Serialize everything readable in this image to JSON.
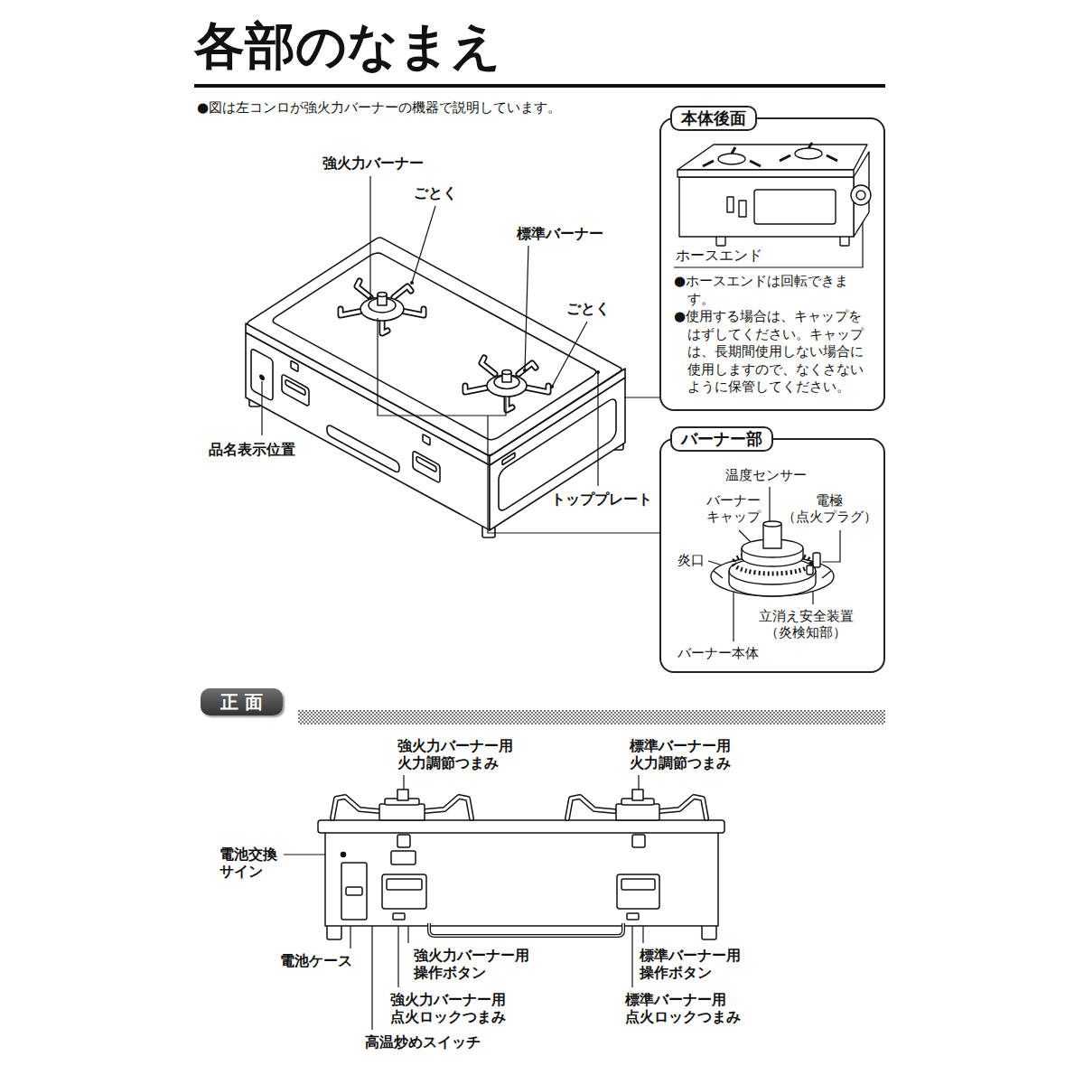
{
  "diagram": {
    "title": "各部のなまえ",
    "nodes": [
      {
        "text": [
          "本体後面",
          "●ホースエンドは回転できます。",
          "●使用する場合は、キャップをはずしてください。キャップは、長期間使用しない場合に使用しますので、なくさないように保管してください。"
        ]
      },
      {
        "text": [
          "バーナー部"
        ]
      },
      {
        "text": [
          "正 面"
        ]
      }
    ],
    "labels": [
      "●図は左コンロが強火力バーナーの機器で説明しています。",
      "強火力バーナー",
      "ごとく",
      "標準バーナー",
      "ごとく",
      "トッププレート",
      "品名表示位置",
      "ホースエンド",
      "温度センサー",
      "バーナー キャップ",
      "電極 （点火プラグ）",
      "炎口",
      "立消え安全装置 （炎検知部）",
      "バーナー本体",
      "強火力バーナー用 火力調節つまみ",
      "標準バーナー用 火力調節つまみ",
      "電池交換 サイン",
      "電池ケース",
      "強火力バーナー用 操作ボタン",
      "強火力バーナー用 点火ロックつまみ",
      "高温炒めスイッチ",
      "標準バーナー用 操作ボタン",
      "標準バーナー用 点火ロックつまみ"
    ]
  }
}
